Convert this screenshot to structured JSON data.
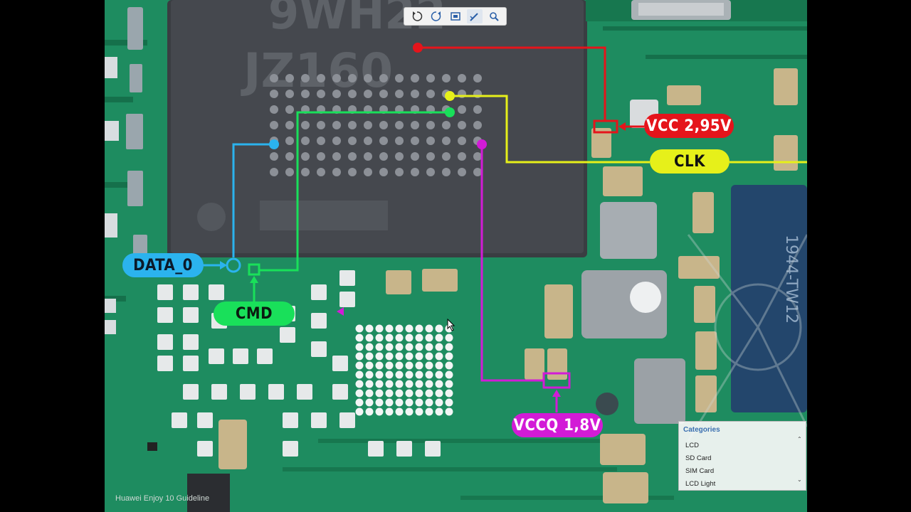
{
  "footer": {
    "text": "Huawei Enjoy 10 Guideline"
  },
  "toolbar": {
    "buttons": [
      "rotate-left-icon",
      "rotate-right-icon",
      "fit-screen-icon",
      "draw-tool-icon",
      "zoom-icon"
    ]
  },
  "labels": {
    "data0": "DATA_0",
    "cmd": "CMD",
    "vcc": "VCC 2,95V",
    "clk": "CLK",
    "vccq": "VCCQ 1,8V"
  },
  "chip_text": {
    "line1": "9WH22",
    "line2": "JZ160"
  },
  "side_chip_text": "1944-TW12",
  "categories": {
    "title": "Categories",
    "items": [
      "LCD",
      "SD Card",
      "SIM Card",
      "LCD Light"
    ]
  },
  "colors": {
    "board": "#1d8a5e",
    "data0": "#2bb3ee",
    "cmd": "#19e05a",
    "vcc": "#e5141b",
    "clk": "#e6f01a",
    "vccq": "#d21bd6"
  }
}
